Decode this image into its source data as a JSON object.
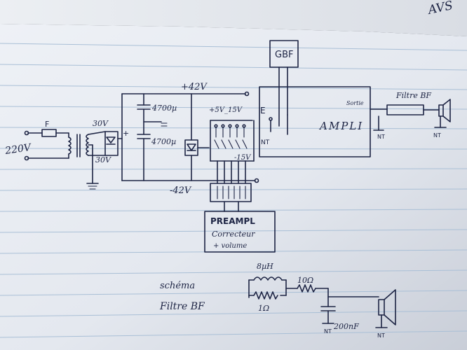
{
  "schematic": {
    "mains_voltage": "220V",
    "fuse_label": "F",
    "secondary_top": "30V",
    "secondary_bottom": "30V",
    "plus_sign": "+",
    "cap_top": "4700µ",
    "cap_bottom": "4700µ",
    "rail_pos": "+42V",
    "rail_neg": "-42V",
    "reg_label": "+5V_15V",
    "reg_neg_label": "-15V",
    "gnd_label": "NT",
    "gen_label": "GBF",
    "input_label": "E",
    "amp_label": "AMPLI",
    "output_label": "Sortie",
    "filter_label": "Filtre BF",
    "preamp_title": "PREAMPL",
    "preamp_line1": "Correcteur",
    "preamp_line2": "+ volume"
  },
  "filter_schema": {
    "title_line1": "schéma",
    "title_line2": "Filtre BF",
    "inductor": "8µH",
    "resistor_parallel": "1Ω",
    "resistor_series": "10Ω",
    "capacitor": "200nF"
  },
  "corner_scribble": "AVS"
}
